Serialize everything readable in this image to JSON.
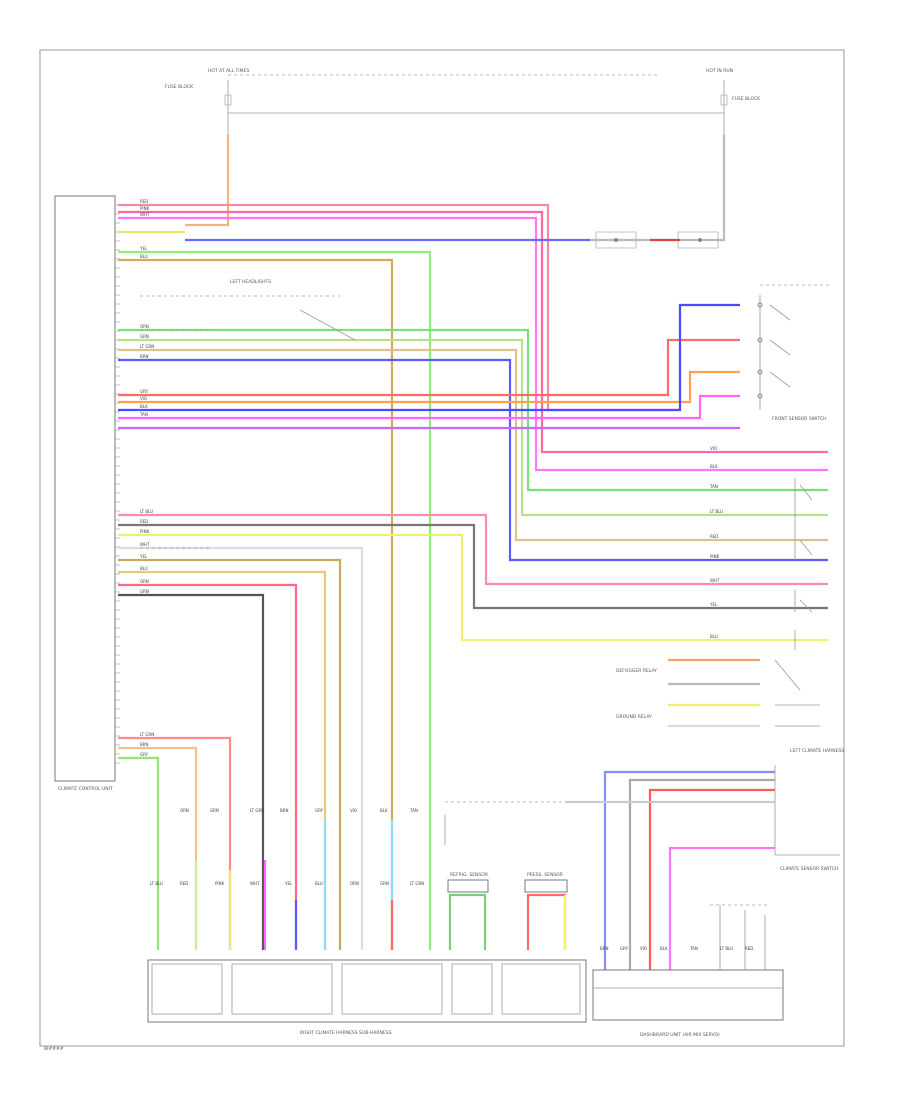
{
  "diagram": {
    "page_code": "W####",
    "components": {
      "main_module": "CLIMATE CONTROL UNIT",
      "right_rear_harness": "RIGHT CLIMATE HARNESS SUB-HARNESS",
      "dashboard_unit": "DASHBOARD UNIT (AIR MIX SERVO)",
      "left_rear_harness": "LEFT CLIMATE HARNESS",
      "climate_sensor": "CLIMATE SENSOR SWITCH",
      "front_sensor_switch": "FRONT SENSOR SWITCH",
      "defogger_relay": "DEFOGGER RELAY",
      "ground_relay": "GROUND RELAY",
      "top_left_feed": "HOT AT ALL TIMES",
      "top_right_feed": "HOT IN RUN",
      "left_fuse": "FUSE BLOCK",
      "right_fuse": "FUSE BLOCK",
      "refrigerant_sensor": "REFRIG. SENSOR",
      "pressure_sensor": "PRESS. SENSOR",
      "left_dashed_label": "LEFT HEADLIGHTS"
    },
    "wire_labels": [
      "RED",
      "PINK",
      "WHT",
      "YEL",
      "BLU",
      "ORN",
      "GRN",
      "LT GRN",
      "BRN",
      "GRY",
      "VIO",
      "BLK",
      "TAN",
      "LT BLU"
    ]
  }
}
